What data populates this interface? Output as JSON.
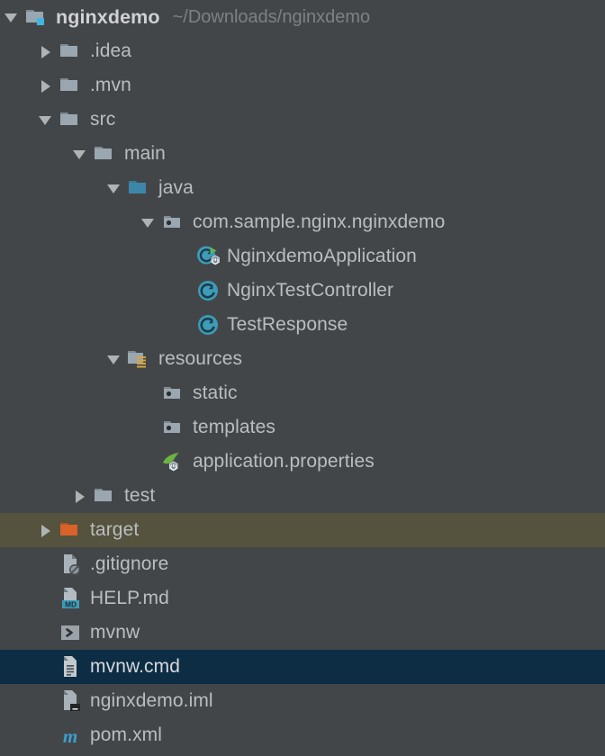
{
  "window": {
    "name": "project-tool-window",
    "background": "#434649",
    "selection_color": "#0d2d45",
    "highlight_color": "#55523e",
    "text_color": "#bbbdbf",
    "path_text_color": "#7e8184"
  },
  "tree": {
    "rows": [
      {
        "id": "nginxdemo",
        "label": "nginxdemo",
        "secondary": "~/Downloads/nginxdemo",
        "depth": 0,
        "toggle": "expanded",
        "icon": "module-folder-icon",
        "bold": true,
        "state": "normal"
      },
      {
        "id": "idea",
        "label": ".idea",
        "secondary": "",
        "depth": 1,
        "toggle": "collapsed",
        "icon": "folder-icon",
        "bold": false,
        "state": "normal"
      },
      {
        "id": "mvn",
        "label": ".mvn",
        "secondary": "",
        "depth": 1,
        "toggle": "collapsed",
        "icon": "folder-icon",
        "bold": false,
        "state": "normal"
      },
      {
        "id": "src",
        "label": "src",
        "secondary": "",
        "depth": 1,
        "toggle": "expanded",
        "icon": "folder-icon",
        "bold": false,
        "state": "normal"
      },
      {
        "id": "main",
        "label": "main",
        "secondary": "",
        "depth": 2,
        "toggle": "expanded",
        "icon": "folder-icon",
        "bold": false,
        "state": "normal"
      },
      {
        "id": "java",
        "label": "java",
        "secondary": "",
        "depth": 3,
        "toggle": "expanded",
        "icon": "source-root-folder-icon",
        "bold": false,
        "state": "normal"
      },
      {
        "id": "com-sample-nginx-nginxdemo",
        "label": "com.sample.nginx.nginxdemo",
        "secondary": "",
        "depth": 4,
        "toggle": "expanded",
        "icon": "package-icon",
        "bold": false,
        "state": "normal"
      },
      {
        "id": "NginxdemoApplication",
        "label": "NginxdemoApplication",
        "secondary": "",
        "depth": 5,
        "toggle": "none",
        "icon": "spring-boot-class-run-icon",
        "bold": false,
        "state": "normal"
      },
      {
        "id": "NginxTestController",
        "label": "NginxTestController",
        "secondary": "",
        "depth": 5,
        "toggle": "none",
        "icon": "java-class-icon",
        "bold": false,
        "state": "normal"
      },
      {
        "id": "TestResponse",
        "label": "TestResponse",
        "secondary": "",
        "depth": 5,
        "toggle": "none",
        "icon": "java-class-icon",
        "bold": false,
        "state": "normal"
      },
      {
        "id": "resources",
        "label": "resources",
        "secondary": "",
        "depth": 3,
        "toggle": "expanded",
        "icon": "resources-root-folder-icon",
        "bold": false,
        "state": "normal"
      },
      {
        "id": "static",
        "label": "static",
        "secondary": "",
        "depth": 4,
        "toggle": "none",
        "icon": "package-icon",
        "bold": false,
        "state": "normal"
      },
      {
        "id": "templates",
        "label": "templates",
        "secondary": "",
        "depth": 4,
        "toggle": "none",
        "icon": "package-icon",
        "bold": false,
        "state": "normal"
      },
      {
        "id": "application-properties",
        "label": "application.properties",
        "secondary": "",
        "depth": 4,
        "toggle": "none",
        "icon": "spring-properties-icon",
        "bold": false,
        "state": "normal"
      },
      {
        "id": "test",
        "label": "test",
        "secondary": "",
        "depth": 2,
        "toggle": "collapsed",
        "icon": "folder-icon",
        "bold": false,
        "state": "normal"
      },
      {
        "id": "target",
        "label": "target",
        "secondary": "",
        "depth": 1,
        "toggle": "collapsed",
        "icon": "excluded-folder-icon",
        "bold": false,
        "state": "highlight"
      },
      {
        "id": "gitignore",
        "label": ".gitignore",
        "secondary": "",
        "depth": 1,
        "toggle": "none",
        "icon": "ignored-file-icon",
        "bold": false,
        "state": "normal"
      },
      {
        "id": "HELP-md",
        "label": "HELP.md",
        "secondary": "",
        "depth": 1,
        "toggle": "none",
        "icon": "markdown-file-icon",
        "bold": false,
        "state": "normal"
      },
      {
        "id": "mvnw",
        "label": "mvnw",
        "secondary": "",
        "depth": 1,
        "toggle": "none",
        "icon": "shell-script-icon",
        "bold": false,
        "state": "normal"
      },
      {
        "id": "mvnw-cmd",
        "label": "mvnw.cmd",
        "secondary": "",
        "depth": 1,
        "toggle": "none",
        "icon": "text-file-icon",
        "bold": false,
        "state": "selected"
      },
      {
        "id": "nginxdemo-iml",
        "label": "nginxdemo.iml",
        "secondary": "",
        "depth": 1,
        "toggle": "none",
        "icon": "module-file-icon",
        "bold": false,
        "state": "normal"
      },
      {
        "id": "pom-xml",
        "label": "pom.xml",
        "secondary": "",
        "depth": 1,
        "toggle": "none",
        "icon": "maven-file-icon",
        "bold": false,
        "state": "normal"
      }
    ]
  }
}
